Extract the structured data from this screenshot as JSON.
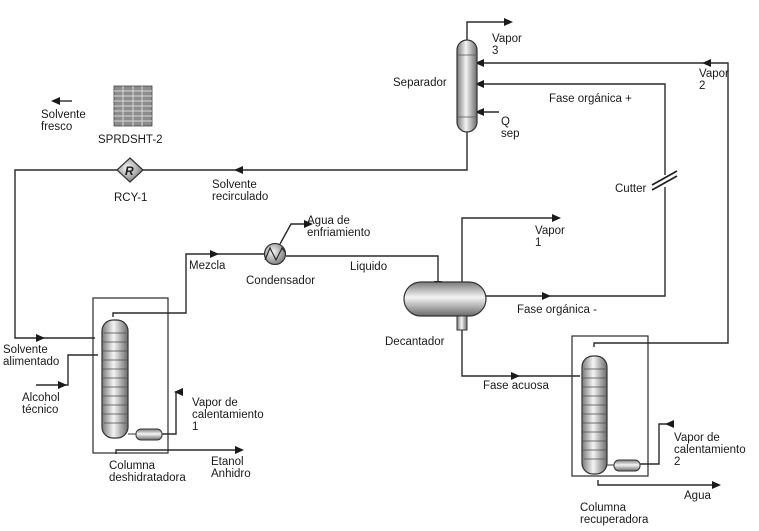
{
  "labels": {
    "vapor3": [
      "Vapor",
      "3"
    ],
    "separador": [
      "Separador"
    ],
    "vapor2": [
      "Vapor",
      "2"
    ],
    "fase_organica_plus": [
      "Fase orgánica +"
    ],
    "q_sep": [
      "Q",
      "sep"
    ],
    "solvente_fresco": [
      "Solvente",
      "fresco"
    ],
    "sprdsht": [
      "SPRDSHT-2"
    ],
    "rcy": [
      "RCY-1"
    ],
    "rcy_symbol": [
      "R"
    ],
    "solvente_recirculado": [
      "Solvente",
      "recirculado"
    ],
    "cutter": [
      "Cutter"
    ],
    "agua_enfriamiento": [
      "Agua de",
      "enfriamiento"
    ],
    "vapor1": [
      "Vapor",
      "1"
    ],
    "mezcla": [
      "Mezcla"
    ],
    "condensador": [
      "Condensador"
    ],
    "liquido": [
      "Liquido"
    ],
    "fase_organica_minus": [
      "Fase orgánica -"
    ],
    "solvente_alimentado": [
      "Solvente",
      "alimentado"
    ],
    "decantador": [
      "Decantador"
    ],
    "fase_acuosa": [
      "Fase acuosa"
    ],
    "alcohol_tecnico": [
      "Alcohol",
      "técnico"
    ],
    "vapor_cal_1": [
      "Vapor de",
      "calentamiento",
      "1"
    ],
    "vapor_cal_2": [
      "Vapor de",
      "calentamiento",
      "2"
    ],
    "etanol_anhidro": [
      "Etanol",
      "Anhidro"
    ],
    "columna_deshidratadora": [
      "Columna",
      "deshidratadora"
    ],
    "columna_recuperadora": [
      "Columna",
      "recuperadora"
    ],
    "agua": [
      "Agua"
    ]
  }
}
